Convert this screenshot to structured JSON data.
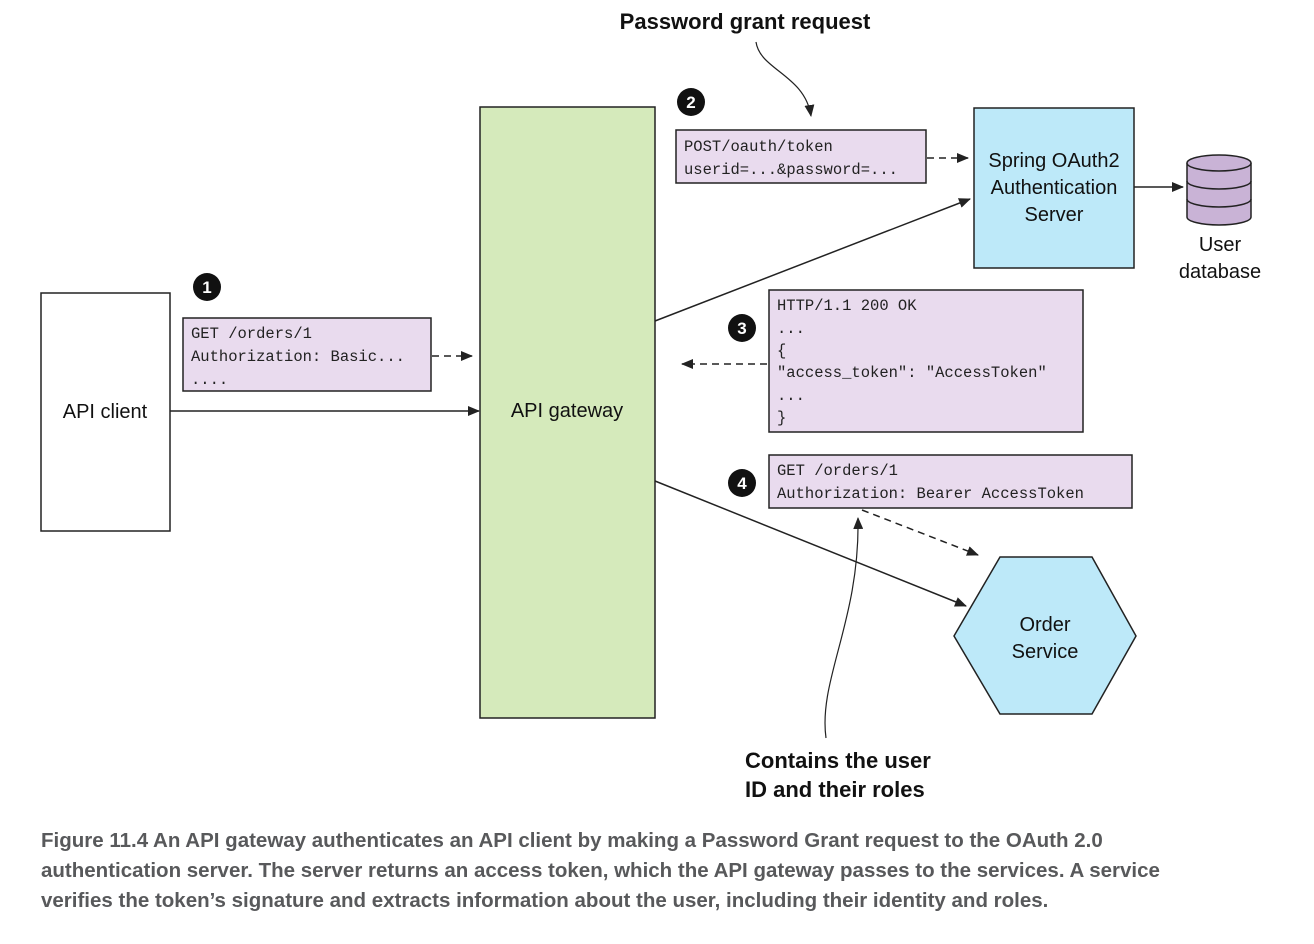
{
  "nodes": {
    "api_client": "API client",
    "api_gateway": "API gateway",
    "auth_server": [
      "Spring OAuth2",
      "Authentication",
      "Server"
    ],
    "user_database": [
      "User",
      "database"
    ],
    "order_service": [
      "Order",
      "Service"
    ]
  },
  "steps": [
    {
      "number": "1",
      "lines": [
        "GET /orders/1",
        "Authorization: Basic...",
        "...."
      ]
    },
    {
      "number": "2",
      "lines": [
        "POST/oauth/token",
        "userid=...&password=..."
      ]
    },
    {
      "number": "3",
      "lines": [
        "HTTP/1.1 200 OK",
        "...",
        "{",
        "\"access_token\": \"AccessToken\"",
        "...",
        "}"
      ]
    },
    {
      "number": "4",
      "lines": [
        "GET /orders/1",
        "Authorization: Bearer AccessToken"
      ]
    }
  ],
  "annotations": {
    "password_grant": "Password grant request",
    "contains_user": [
      "Contains the user",
      "ID and their roles"
    ]
  },
  "caption": [
    "Figure 11.4    An API gateway authenticates an API client by making a Password Grant request to the OAuth 2.0",
    "authentication server. The server returns an access token, which the API gateway passes to the services. A service",
    "verifies the token’s signature and extracts information about the user, including their identity and roles."
  ],
  "colors": {
    "gateway_fill": "#d5eabb",
    "service_fill": "#bde9f9",
    "message_fill": "#e9dbee",
    "database_fill": "#c9b3d6",
    "caption_text": "#58595b"
  }
}
